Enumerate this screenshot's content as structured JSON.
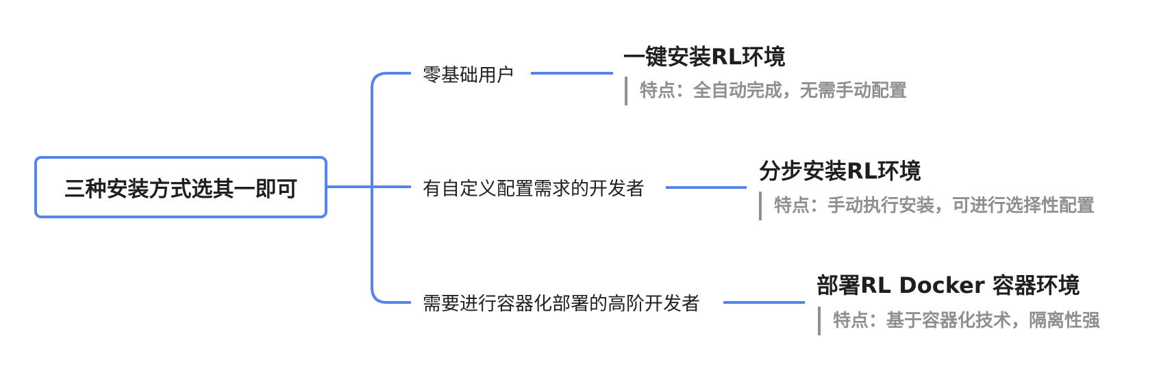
{
  "root": {
    "label": "三种安装方式选其一即可"
  },
  "branches": [
    {
      "label": "零基础用户",
      "leaf": {
        "title": "一键安装RL环境",
        "desc": "特点：全自动完成，无需手动配置"
      }
    },
    {
      "label": "有自定义配置需求的开发者",
      "leaf": {
        "title": "分步安装RL环境",
        "desc": "特点：手动执行安装，可进行选择性配置"
      }
    },
    {
      "label": "需要进行容器化部署的高阶开发者",
      "leaf": {
        "title": "部署RL Docker 容器环境",
        "desc": "特点：基于容器化技术，隔离性强"
      }
    }
  ],
  "colors": {
    "connector": "#5585ea",
    "root_border": "#5585ea",
    "text": "#1f1f1f",
    "desc_text": "#8f8f8f"
  }
}
